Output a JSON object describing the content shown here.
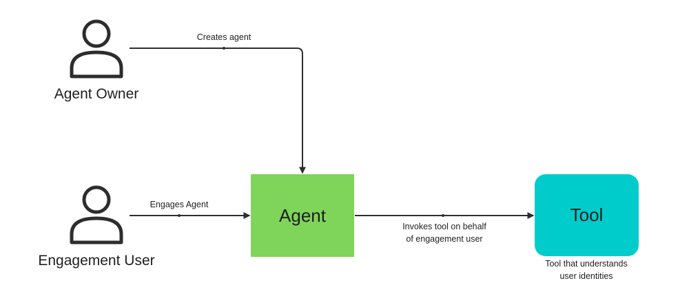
{
  "actors": {
    "owner": {
      "label": "Agent Owner",
      "icon": "person-icon"
    },
    "user": {
      "label": "Engagement User",
      "icon": "person-icon"
    }
  },
  "nodes": {
    "agent": {
      "label": "Agent",
      "color": "#7fd45a"
    },
    "tool": {
      "label": "Tool",
      "color": "#00cccc",
      "caption_line1": "Tool that understands",
      "caption_line2": "user identities"
    }
  },
  "edges": {
    "creates": {
      "label": "Creates agent"
    },
    "engages": {
      "label": "Engages Agent"
    },
    "invokes": {
      "line1": "Invokes tool on behalf",
      "line2": "of engagement user"
    }
  },
  "colors": {
    "stroke": "#2d2d2d",
    "text": "#1e1e1e"
  }
}
